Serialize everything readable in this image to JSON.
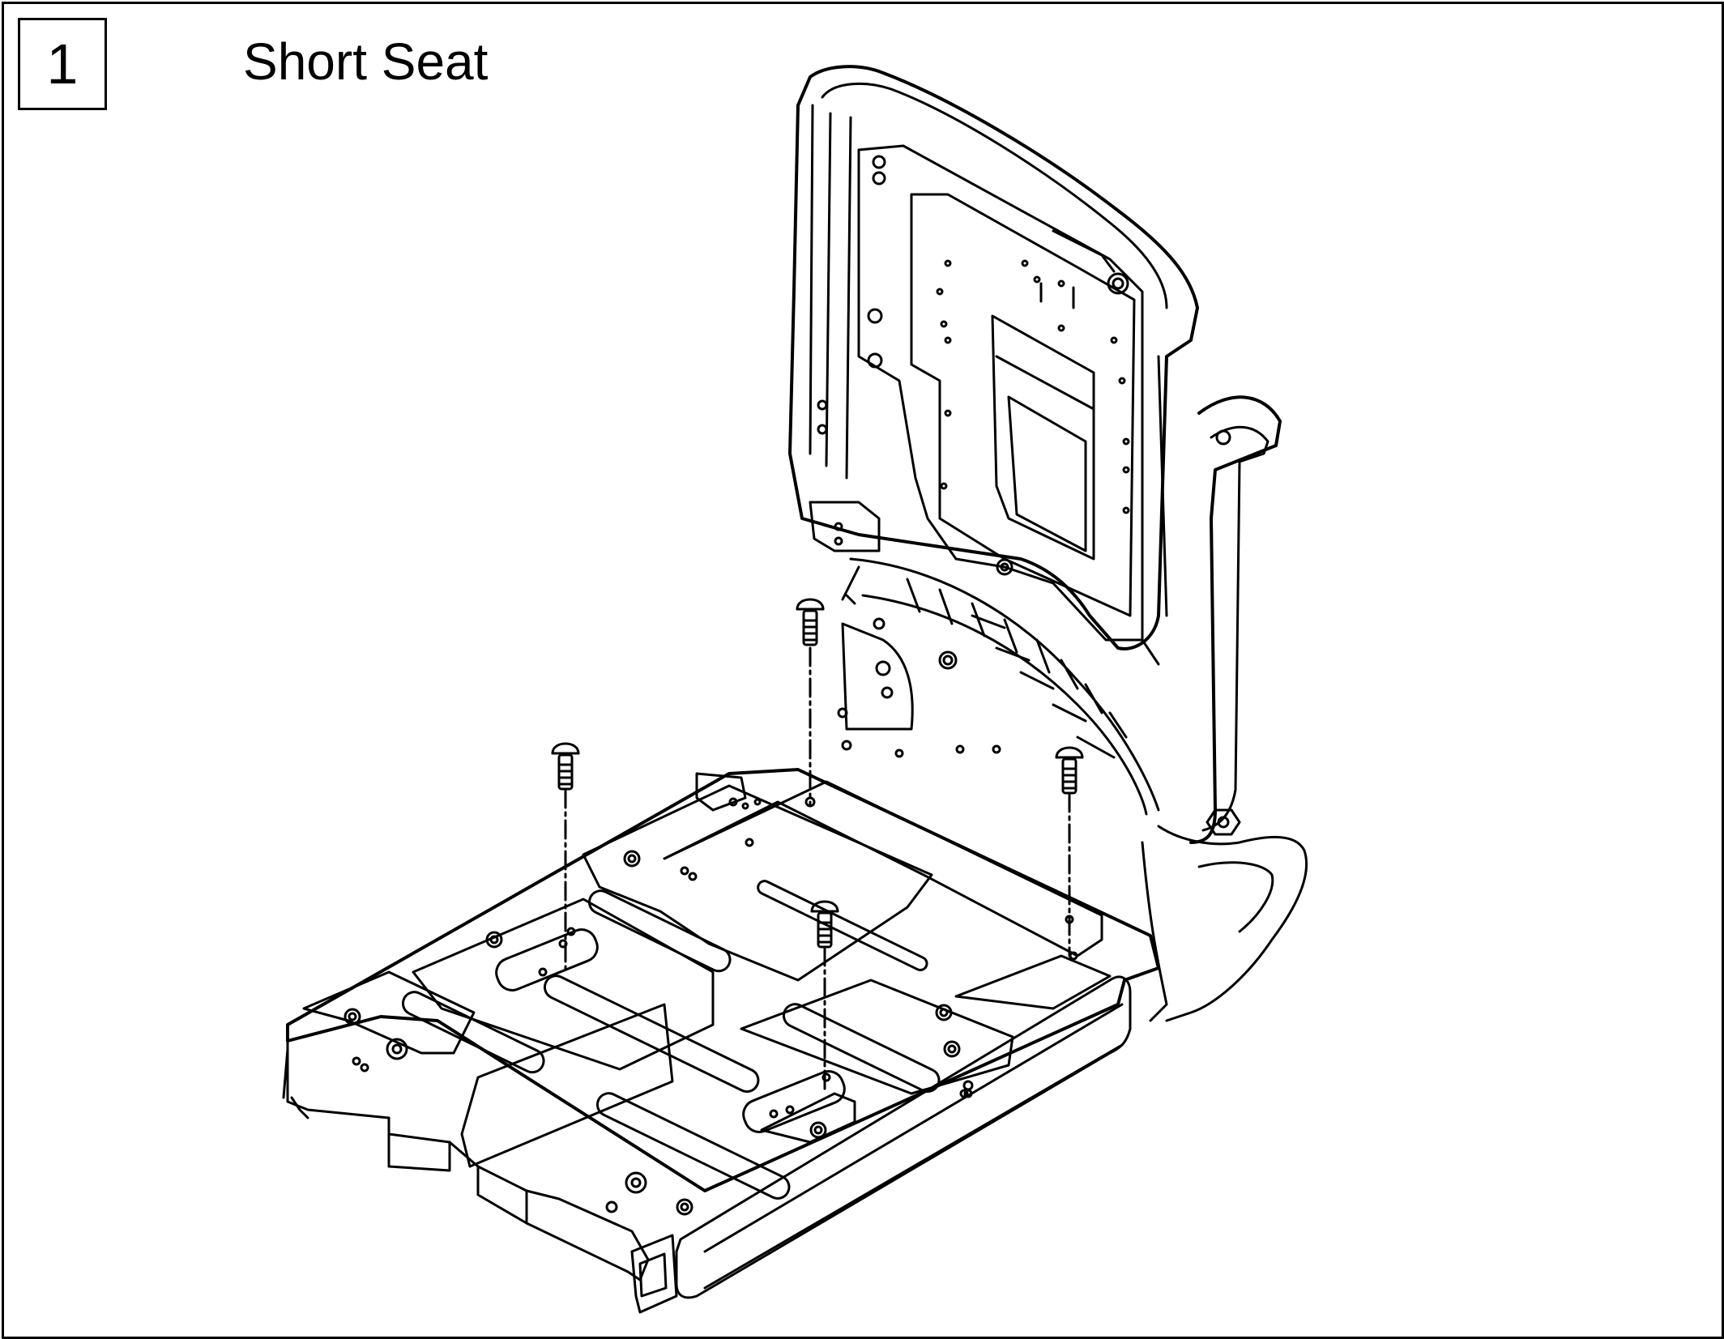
{
  "step": {
    "number": "1"
  },
  "title": "Short Seat",
  "colors": {
    "line": "#000000",
    "background": "#ffffff"
  },
  "icons": {
    "seat_assembly": "seat-assembly-illustration",
    "screw": "screw-icon"
  }
}
